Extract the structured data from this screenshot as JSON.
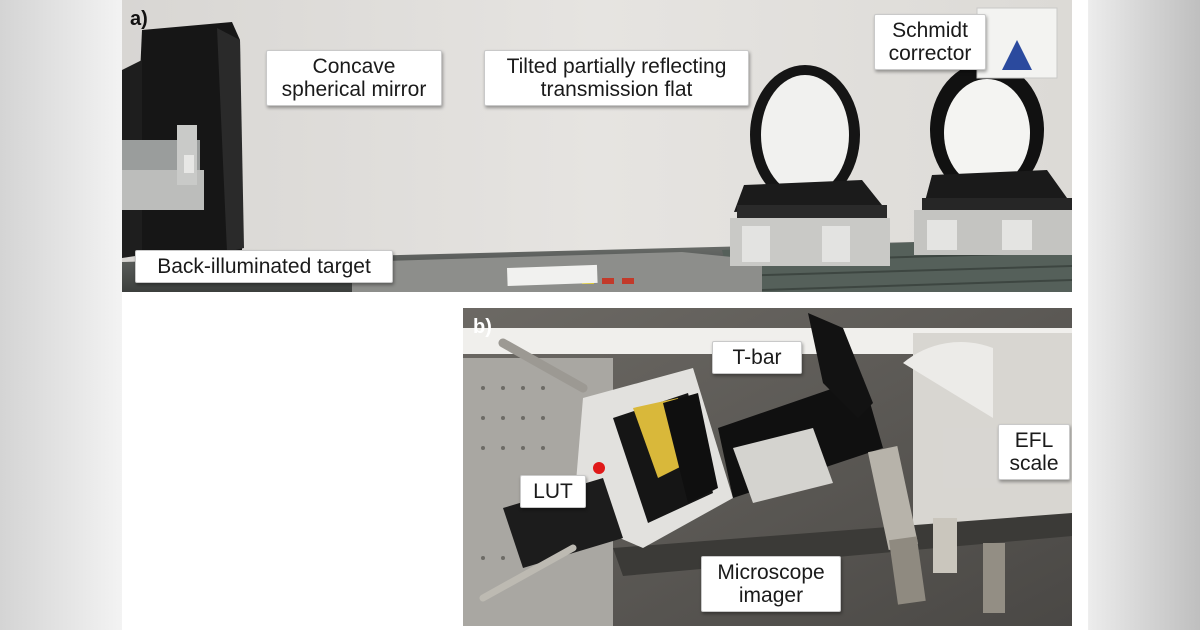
{
  "figure": {
    "panel_a": {
      "letter": "a)",
      "labels": {
        "concave_mirror": "Concave\nspherical mirror",
        "transmission_flat": "Tilted partially reflecting\ntransmission flat",
        "schmidt_corrector": "Schmidt\ncorrector",
        "target": "Back-illuminated target"
      }
    },
    "panel_b": {
      "letter": "b)",
      "labels": {
        "t_bar": "T-bar",
        "efl_scale": "EFL\nscale",
        "lut": "LUT",
        "microscope_imager": "Microscope\nimager"
      }
    }
  }
}
